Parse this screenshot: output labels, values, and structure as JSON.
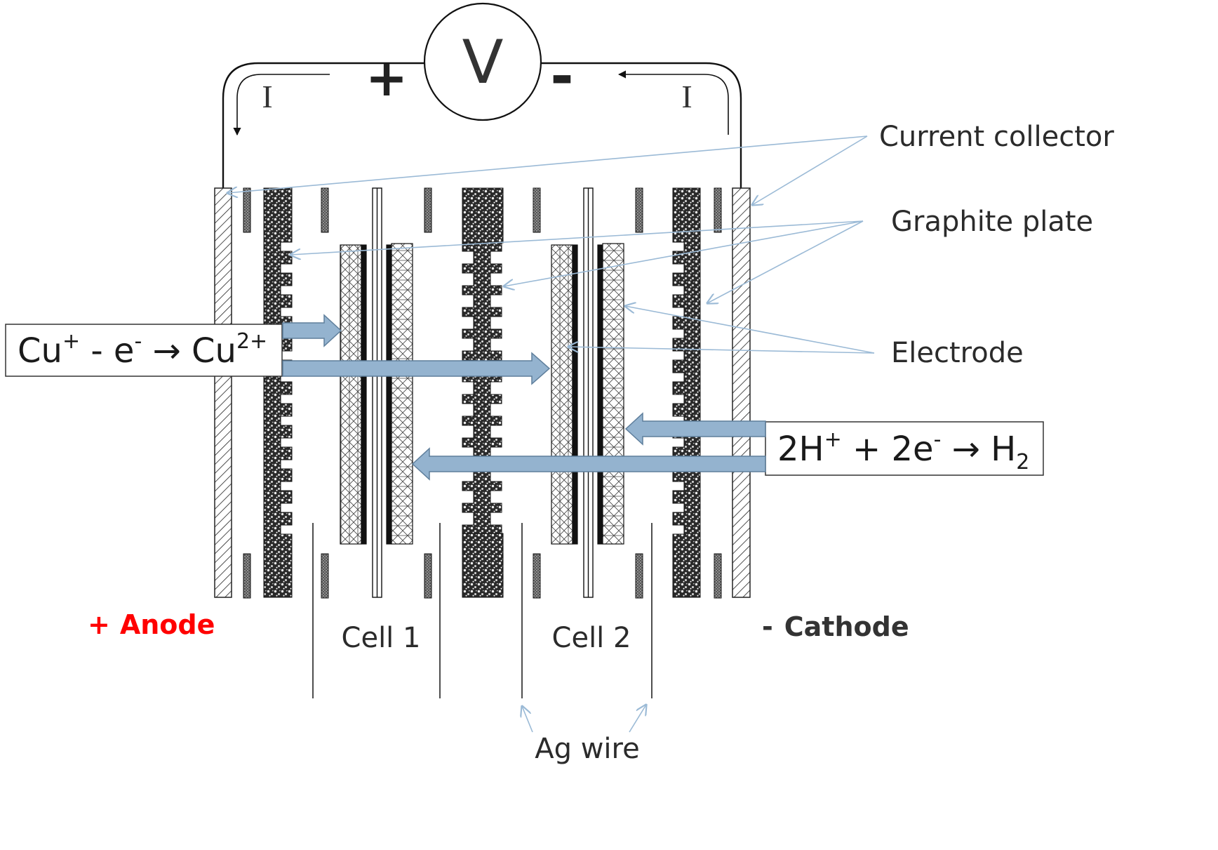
{
  "voltmeter": {
    "symbol": "V",
    "plus": "+",
    "minus": "-"
  },
  "current": {
    "left": "I",
    "right": "I"
  },
  "labels": {
    "current_collector": "Current collector",
    "graphite_plate": "Graphite plate",
    "electrode": "Electrode",
    "anode_sign": "+",
    "anode": "Anode",
    "cathode_sign": "-",
    "cathode": "Cathode",
    "cell1": "Cell 1",
    "cell2": "Cell 2",
    "ag_wire": "Ag wire"
  },
  "reactions": {
    "anode": {
      "a": "Cu",
      "a_sup": "+",
      "b": " - e",
      "b_sup": "-",
      "arrow": " → ",
      "c": "Cu",
      "c_sup": "2+"
    },
    "cathode": {
      "a": "2H",
      "a_sup": "+",
      "b": " + 2e",
      "b_sup": "-",
      "arrow": " → ",
      "c": "H",
      "c_sub": "2"
    }
  },
  "colors": {
    "anode_label": "#ff0000",
    "leader_lines": "#9bbad6",
    "flow_arrow_fill": "#94b3cf",
    "flow_arrow_stroke": "#5f7f9c"
  }
}
